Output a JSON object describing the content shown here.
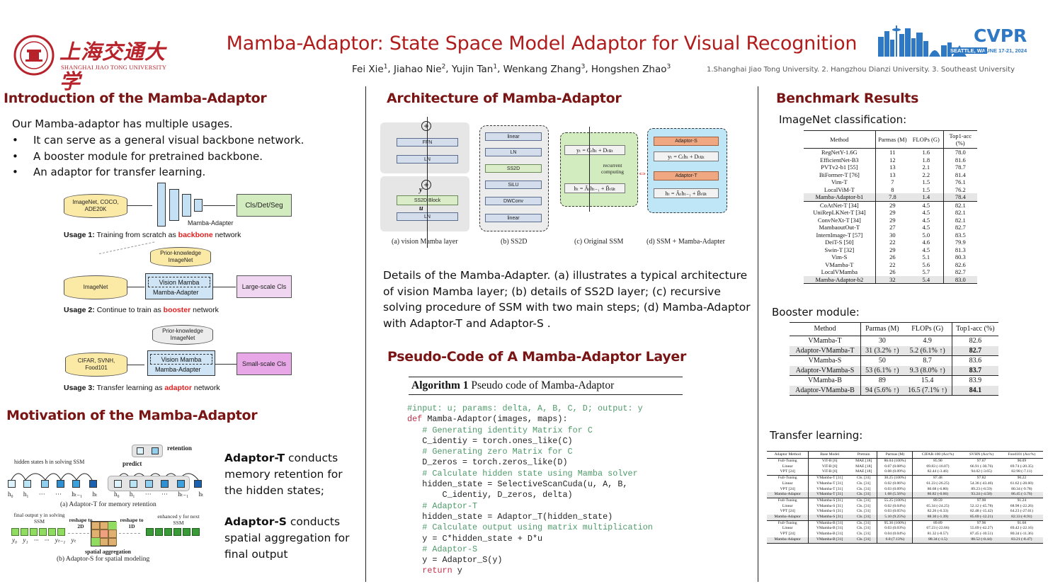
{
  "header": {
    "title": "Mamba-Adaptor: State Space Model Adaptor for Visual Recognition",
    "authors": [
      {
        "name": "Fei Xie",
        "aff": "1"
      },
      {
        "name": "Jiahao Nie",
        "aff": "2"
      },
      {
        "name": "Yujin Tan",
        "aff": "1"
      },
      {
        "name": "Wenkang Zhang",
        "aff": "3"
      },
      {
        "name": "Hongshen Zhao",
        "aff": "3"
      }
    ],
    "affiliations": "1.Shanghai Jiao Tong University. 2. Hangzhou Dianzi University. 3. Southeast University",
    "left_logo": {
      "chinese": "上海交通大学",
      "english": "SHANGHAI JIAO TONG UNIVERSITY"
    },
    "right_logo": {
      "name": "CVPR",
      "location": "SEATTLE, WA",
      "dates": "JUNE 17-21, 2024"
    }
  },
  "intro": {
    "title": "Introduction of the Mamba-Adaptor",
    "lead": "Our Mamba-adaptor has multiple usages.",
    "bullets": [
      "It can serve as a general visual backbone network.",
      "A booster module for pretrained backbone.",
      "An adaptor for transfer learning."
    ],
    "usage1": {
      "dataset": "ImageNet, COCO, ADE20K",
      "model": "Mamba-Adapter",
      "output": "Cls/Det/Seg",
      "label_bold": "Usage 1:",
      "label_text": " Training from scratch as ",
      "label_red": "backbone",
      "label_end": " network"
    },
    "usage2": {
      "prior": "Prior-knowledge ImageNet",
      "dataset": "ImageNet",
      "inner": "Vision Mamba",
      "model": "Mamba-Adapter",
      "output": "Large-scale Cls",
      "label_bold": "Usage 2:",
      "label_text": " Continue to train as ",
      "label_red": "booster",
      "label_end": " network"
    },
    "usage3": {
      "prior": "Prior-knowledge ImageNet",
      "dataset": "CIFAR, SVNH, Food101",
      "inner": "Vision Mamba",
      "model": "Mamba-Adapter",
      "output": "Small-scale Cls",
      "label_bold": "Usage 3:",
      "label_text": " Transfer learning  as ",
      "label_red": "adaptor",
      "label_end": " network"
    }
  },
  "motivation": {
    "title": "Motivation of the Mamba-Adaptor",
    "fig_a": {
      "hidden_label": "hidden states h in solving SSM",
      "h_labels": [
        "h₀",
        "h₁",
        "··· ···",
        "hₜ₋₁",
        "hₜ"
      ],
      "predict": "predict",
      "retention": "retention",
      "caption": "(a) Adaptor-T for memory retention"
    },
    "fig_b": {
      "final_label": "final output y in solving SSM",
      "reshape2d": "reshape to 2D",
      "reshape1d": "reshape to 1D",
      "enhanced": "enhanced y for next SSM",
      "y_labels": [
        "y₀",
        "y₁",
        "··· ···",
        "yₜ₋₁",
        "yₜ"
      ],
      "spatial": "spatial aggregation",
      "caption": "(b) Adaptor-S for spatial modeling"
    },
    "adaptor_t_bold": "Adaptor-T",
    "adaptor_t_text": " conducts memory retention for the hidden states;",
    "adaptor_s_bold": "Adaptor-S",
    "adaptor_s_text": " conducts spatial aggregation for final output"
  },
  "architecture": {
    "title": "Architecture of Mamba-Adaptor",
    "a": {
      "ffn": "FFN",
      "ln": "LN",
      "ss2d_block": "SS2D Block",
      "y": "y",
      "u": "u",
      "caption": "(a) vision Mamba layer"
    },
    "b": {
      "blocks": [
        "linear",
        "LN",
        "SS2D",
        "SiLU",
        "DWConv",
        "linear"
      ],
      "caption": "(b) SS2D"
    },
    "c": {
      "eq_y": "yₜ = Cₜhₜ + Dₜuₜ",
      "eq_h": "hₜ = Āₜhₜ₋₁ + B̄ₜuₜ",
      "recurrent": "recurrent computing",
      "caption": "(c) Original SSM"
    },
    "d": {
      "adaptor_s": "Adaptor-S",
      "adaptor_t": "Adaptor-T",
      "caption": "(d) SSM + Mamba-Adapter"
    },
    "description": "Details of the Mamba-Adapter. (a) illustrates a typical architecture of vision Mamba layer; (b) details of SS2D layer; (c) recursive solving procedure of SSM with two main steps; (d) Mamba-Adaptor with Adaptor-T and Adaptor-S ."
  },
  "pseudo": {
    "title": "Pseudo-Code of A Mamba-Adaptor Layer",
    "algo_bold": "Algorithm 1",
    "algo_text": " Pseudo code of Mamba-Adaptor",
    "lines": [
      {
        "t": "cm",
        "text": "#input: u; params: delta, A, B, C, D; output: y"
      },
      {
        "t": "def",
        "kw": "def",
        "text": " Mamba-Adaptor(images, maps):"
      },
      {
        "t": "cm",
        "text": "   # Generating identity Matrix for C"
      },
      {
        "t": "code",
        "text": "   C_identiy = torch.ones_like(C)"
      },
      {
        "t": "cm",
        "text": "   # Generating zero Matrix for C"
      },
      {
        "t": "code",
        "text": "   D_zeros = torch.zeros_like(D)"
      },
      {
        "t": "cm",
        "text": "   # Calculate hidden state using Mamba solver"
      },
      {
        "t": "code",
        "text": "   hidden_state = SelectiveScanCuda(u, A, B,"
      },
      {
        "t": "code",
        "text": "       C_identiy, D_zeros, delta)"
      },
      {
        "t": "cm",
        "text": "   # Adaptor-T"
      },
      {
        "t": "code",
        "text": "   hidden_state = Adaptor_T(hidden_state)"
      },
      {
        "t": "cm",
        "text": "   # Calculate output using matrix multiplication"
      },
      {
        "t": "code",
        "text": "   y = C*hidden_state + D*u"
      },
      {
        "t": "cm",
        "text": "   # Adaptor-S"
      },
      {
        "t": "code",
        "text": "   y = Adaptor_S(y)"
      },
      {
        "t": "ret",
        "kw": "   return",
        "text": " y"
      }
    ]
  },
  "benchmark": {
    "title": "Benchmark Results",
    "imagenet": {
      "label": "ImageNet classification:",
      "headers": [
        "Method",
        "Parmas (M)",
        "FLOPs (G)",
        "Top1-acc (%)"
      ],
      "group1": [
        [
          "RegNetY-1.6G",
          "11",
          "1.6",
          "78.0"
        ],
        [
          "EfficientNet-B3",
          "12",
          "1.8",
          "81.6"
        ],
        [
          "PVTv2-b1 [55]",
          "13",
          "2.1",
          "78.7"
        ],
        [
          "BiFormer-T [76]",
          "13",
          "2.2",
          "81.4"
        ],
        [
          "Vim-T",
          "7",
          "1.5",
          "76.1"
        ],
        [
          "LocalViM-T",
          "8",
          "1.5",
          "76.2"
        ],
        [
          "Mamba-Adaptor-b1",
          "7.8",
          "1.4",
          "78.4"
        ]
      ],
      "group2": [
        [
          "CoAtNet-T [34]",
          "29",
          "4.5",
          "82.1"
        ],
        [
          "UniRepLKNet-T [34]",
          "29",
          "4.5",
          "82.1"
        ],
        [
          "ConvNeXt-T [34]",
          "29",
          "4.5",
          "82.1"
        ],
        [
          "MambaoutOut-T",
          "27",
          "4.5",
          "82.7"
        ],
        [
          "InternImage-T [57]",
          "30",
          "5.0",
          "83.5"
        ],
        [
          "DeiT-S [50]",
          "22",
          "4.6",
          "79.9"
        ],
        [
          "Swin-T [32]",
          "29",
          "4.5",
          "81.3"
        ],
        [
          "Vim-S",
          "26",
          "5.1",
          "80.3"
        ],
        [
          "VMamba-T",
          "22",
          "5.6",
          "82.6"
        ],
        [
          "LocalVMamba",
          "26",
          "5.7",
          "82.7"
        ],
        [
          "Mamba-Adaptor-b2",
          "32",
          "5.4",
          "83.0"
        ]
      ]
    },
    "booster": {
      "label": "Booster module:",
      "headers": [
        "Method",
        "Parmas (M)",
        "FLOPs (G)",
        "Top1-acc (%)"
      ],
      "groups": [
        [
          [
            "VMamba-T",
            "30",
            "4.9",
            "82.6"
          ],
          [
            "Adaptor-VMamba-T",
            "31 (3.2% ↑)",
            "5.2 (6.1% ↑)",
            "82.7"
          ]
        ],
        [
          [
            "VMamba-S",
            "50",
            "8.7",
            "83.6"
          ],
          [
            "Adaptor-VMamba-S",
            "53 (6.1% ↑)",
            "9.3 (8.0% ↑)",
            "83.7"
          ]
        ],
        [
          [
            "VMamba-B",
            "89",
            "15.4",
            "83.9"
          ],
          [
            "Adaptor-VMamba-B",
            "94 (5.6% ↑)",
            "16.5 (7.1% ↑)",
            "84.1"
          ]
        ]
      ]
    },
    "transfer": {
      "label": "Transfer learning:",
      "headers": [
        "Adaptor Method",
        "Base Model",
        "Pretrain",
        "Parmas (M)",
        "CIFAR-100 (Acc%)",
        "SVHN (Acc%)",
        "Food101 (Acc%)"
      ],
      "groups": [
        [
          [
            "Full-Tuning",
            "ViT-B [6]",
            "MAE [18]",
            "86.04 (100%)",
            "85.90",
            "97.67",
            "90.09"
          ],
          [
            "Linear",
            "ViT-B [6]",
            "MAE [18]",
            "0.07 (0.08%)",
            "69.83 (-16.07)",
            "66.91 (-30.76)",
            "69.74 (-20.35)"
          ],
          [
            "VPT [24]",
            "ViT-B [6]",
            "MAE [18]",
            "0.08 (0.09%)",
            "82.44 (-3.46)",
            "94.02 (-3.65)",
            "82.98 (-7.11)"
          ]
        ],
        [
          [
            "Full-Tuning",
            "VMamba-T [31]",
            "Cls. [31]",
            "30.25 (100%)",
            "87.48",
            "97.82",
            "90.22"
          ],
          [
            "Linear",
            "VMamba-T [31]",
            "Cls. [31]",
            "0.02 (0.06%)",
            "61.23 (-26.25)",
            "54.36 (-43.46)",
            "61.62 (-28.60)"
          ],
          [
            "VPT [24]",
            "VMamba-T [31]",
            "Cls. [31]",
            "0.03 (0.09%)",
            "80.68 (-6.80)",
            "89.23 (-8.59)",
            "80.34 (-9.78)"
          ],
          [
            "Mamba-Adaptor",
            "VMamba-T [31]",
            "Cls. [31]",
            "1.68 (5.56%)",
            "86.82 (-0.66)",
            "93.24 (-4.58)",
            "86.45 (-3.76)"
          ]
        ],
        [
          [
            "Full-Tuning",
            "VMamba-S [31]",
            "Cls. [31]",
            "55.25 (100%)",
            "89.59",
            "97.90",
            "91.24"
          ],
          [
            "Linear",
            "VMamba-S [31]",
            "Cls. [31]",
            "0.02 (0.04%)",
            "65.34 (-24.25)",
            "52.12 (-45.78)",
            "68.98 (-22.26)"
          ],
          [
            "VPT [24]",
            "VMamba-S [31]",
            "Cls. [31]",
            "0.03 (0.05%)",
            "82.26 (-6.33)",
            "82.48 (-15.42)",
            "64.23 (-27.01)"
          ],
          [
            "Mamba-Adaptor",
            "VMamba-S [31]",
            "Cls. [31]",
            "5.10 (9.25%)",
            "88.30 (-1.39)",
            "85.69 (-12.21)",
            "82.33 (-8.91)"
          ]
        ],
        [
          [
            "Full-Tuning",
            "VMamba-B [31]",
            "Cls. [31]",
            "95.36 (100%)",
            "89.89",
            "97.96",
            "91.68"
          ],
          [
            "Linear",
            "VMamba-B [31]",
            "Cls. [31]",
            "0.03 (0.03%)",
            "67.23 (-22.66)",
            "55.69 (-42.27)",
            "69.42 (-22.16)"
          ],
          [
            "VPT [24]",
            "VMamba-B [31]",
            "Cls. [31]",
            "0.04 (0.04%)",
            "81.32 (-8.57)",
            "87.45 (-10.51)",
            "80.34 (-11.36)"
          ],
          [
            "Mamba-Adaptor",
            "VMamba-B [31]",
            "Cls. [31]",
            "6.8 (7.13%)",
            "88.34 (-1.5)",
            "88.52 (-8.44)",
            "83.21 (-8.47)"
          ]
        ]
      ]
    }
  }
}
